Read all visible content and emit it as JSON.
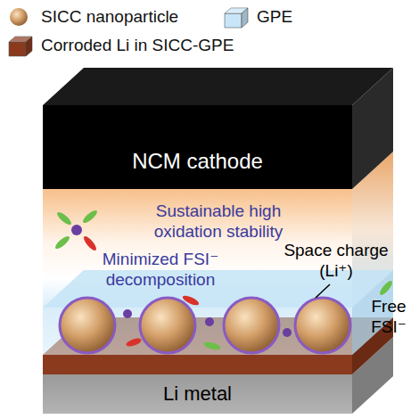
{
  "diagram": {
    "nodes": [
      {
        "text": [
          "NCM cathode"
        ]
      },
      {
        "text": [
          "Li metal"
        ]
      }
    ],
    "edges": [],
    "labels": [
      "Sustainable high oxidation stability",
      "Minimized FSI⁻ decomposition",
      "Space charge (Li⁺)",
      "Free FSI⁻"
    ],
    "legend": [
      {
        "text": "SICC nanoparticle"
      },
      {
        "text": "GPE",
        "color": "#c8e6f8"
      },
      {
        "text": "Corroded Li in SICC-GPE",
        "color": "#8b3a1e"
      }
    ]
  }
}
